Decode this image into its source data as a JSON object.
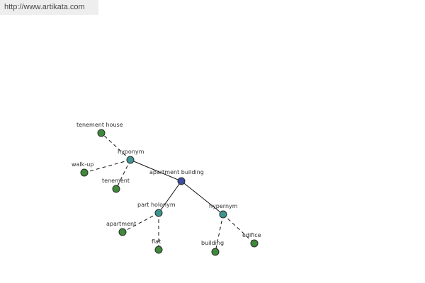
{
  "source": {
    "url_text": "http://www.artikata.com"
  },
  "colors": {
    "center": "#3b4e9e",
    "relation": "#3e958f",
    "word": "#3f8a3a"
  },
  "graph": {
    "nodes": [
      {
        "id": "apartment-building",
        "label": "apartment building",
        "kind": "center"
      },
      {
        "id": "hyponym",
        "label": "hyponym",
        "kind": "relation"
      },
      {
        "id": "part-holonym",
        "label": "part holonym",
        "kind": "relation"
      },
      {
        "id": "hypernym",
        "label": "hypernym",
        "kind": "relation"
      },
      {
        "id": "tenement-house",
        "label": "tenement house",
        "kind": "word"
      },
      {
        "id": "walk-up",
        "label": "walk-up",
        "kind": "word"
      },
      {
        "id": "tenement",
        "label": "tenement",
        "kind": "word"
      },
      {
        "id": "apartment",
        "label": "apartment",
        "kind": "word"
      },
      {
        "id": "flat",
        "label": "flat",
        "kind": "word"
      },
      {
        "id": "building",
        "label": "building",
        "kind": "word"
      },
      {
        "id": "edifice",
        "label": "edifice",
        "kind": "word"
      }
    ],
    "edges": [
      {
        "from": "apartment-building",
        "to": "hyponym",
        "style": "solid"
      },
      {
        "from": "apartment-building",
        "to": "part-holonym",
        "style": "solid"
      },
      {
        "from": "apartment-building",
        "to": "hypernym",
        "style": "solid"
      },
      {
        "from": "hyponym",
        "to": "tenement-house",
        "style": "dashed"
      },
      {
        "from": "hyponym",
        "to": "walk-up",
        "style": "dashed"
      },
      {
        "from": "hyponym",
        "to": "tenement",
        "style": "dashed"
      },
      {
        "from": "part-holonym",
        "to": "apartment",
        "style": "dashed"
      },
      {
        "from": "part-holonym",
        "to": "flat",
        "style": "dashed"
      },
      {
        "from": "hypernym",
        "to": "building",
        "style": "dashed"
      },
      {
        "from": "hypernym",
        "to": "edifice",
        "style": "dashed"
      }
    ]
  }
}
